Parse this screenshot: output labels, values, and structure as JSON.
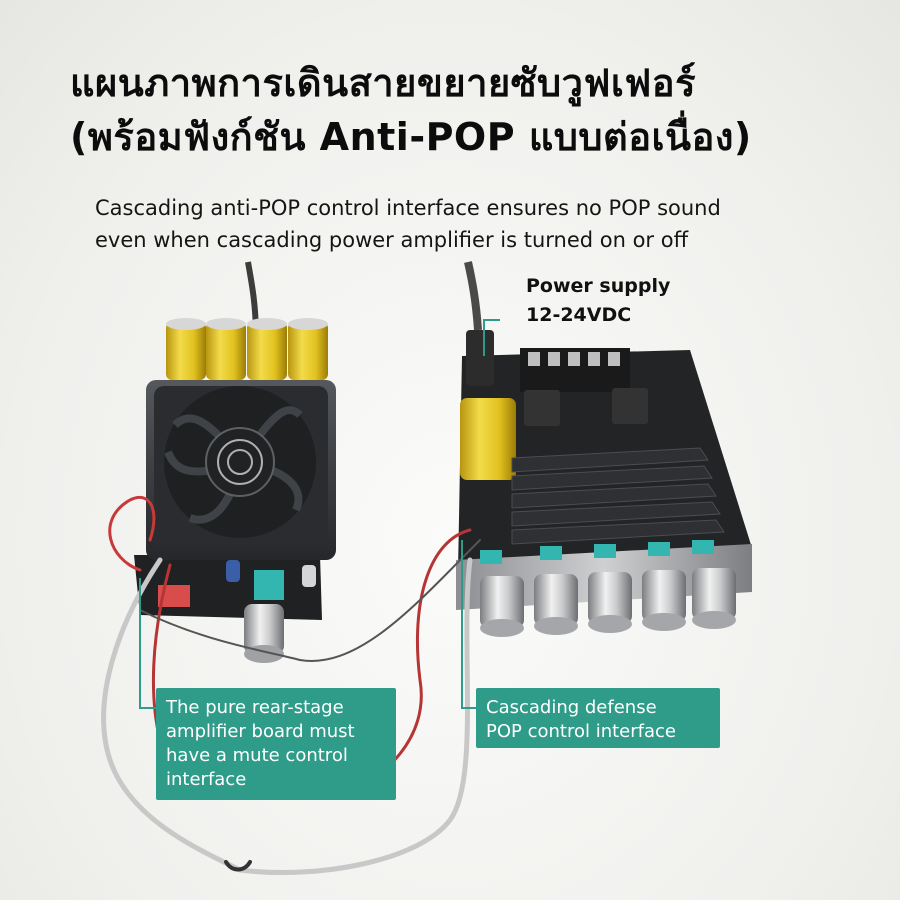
{
  "title": {
    "line1": "แผนภาพการเดินสายขยายซับวูฟเฟอร์",
    "line2": "(พร้อมฟังก์ชัน Anti-POP แบบต่อเนื่อง)"
  },
  "subtitle": {
    "line1": "Cascading anti-POP control interface ensures no POP sound",
    "line2": "even when cascading power amplifier is turned on or off"
  },
  "power_supply": {
    "line1": "Power supply",
    "line2": "12-24VDC"
  },
  "callout_left": {
    "line1": "The pure rear-stage",
    "line2": "amplifier board must",
    "line3": "have a mute control",
    "line4": "interface"
  },
  "callout_right": {
    "line1": "Cascading defense",
    "line2": "POP control interface"
  },
  "colors": {
    "accent": "#2f9c8a",
    "capacitor": "#e2c21d",
    "board": "#262829",
    "heatsink": "#3a3d40"
  }
}
